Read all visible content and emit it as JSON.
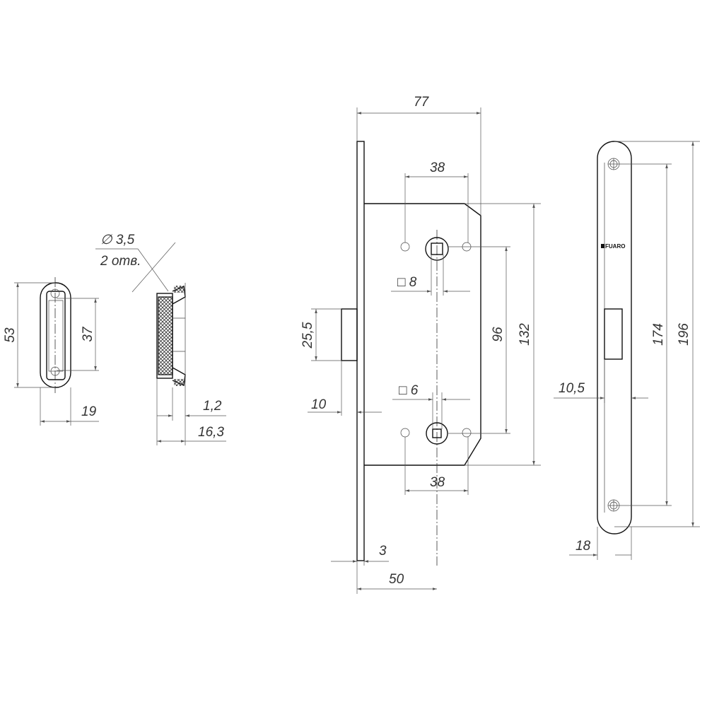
{
  "strike_front": {
    "height": "53",
    "hole_spacing": "37",
    "width": "19"
  },
  "strike_side": {
    "hole_diameter": "∅ 3,5",
    "hole_count": "2 отв.",
    "flange": "1,2",
    "depth": "16,3"
  },
  "lock_body": {
    "width": "77",
    "handle_holes_top": "38",
    "handle_holes_bottom": "38",
    "body_height": "132",
    "center_distance": "96",
    "spindle_square": "□ 8",
    "cylinder_square": "□ 6",
    "latch_height": "25,5",
    "latch_projection": "10",
    "faceplate_thickness": "3",
    "backset": "50"
  },
  "faceplate": {
    "brand": "FUARO",
    "screw_spacing": "174",
    "length": "196",
    "latch_slot_width": "10,5",
    "width": "18"
  }
}
